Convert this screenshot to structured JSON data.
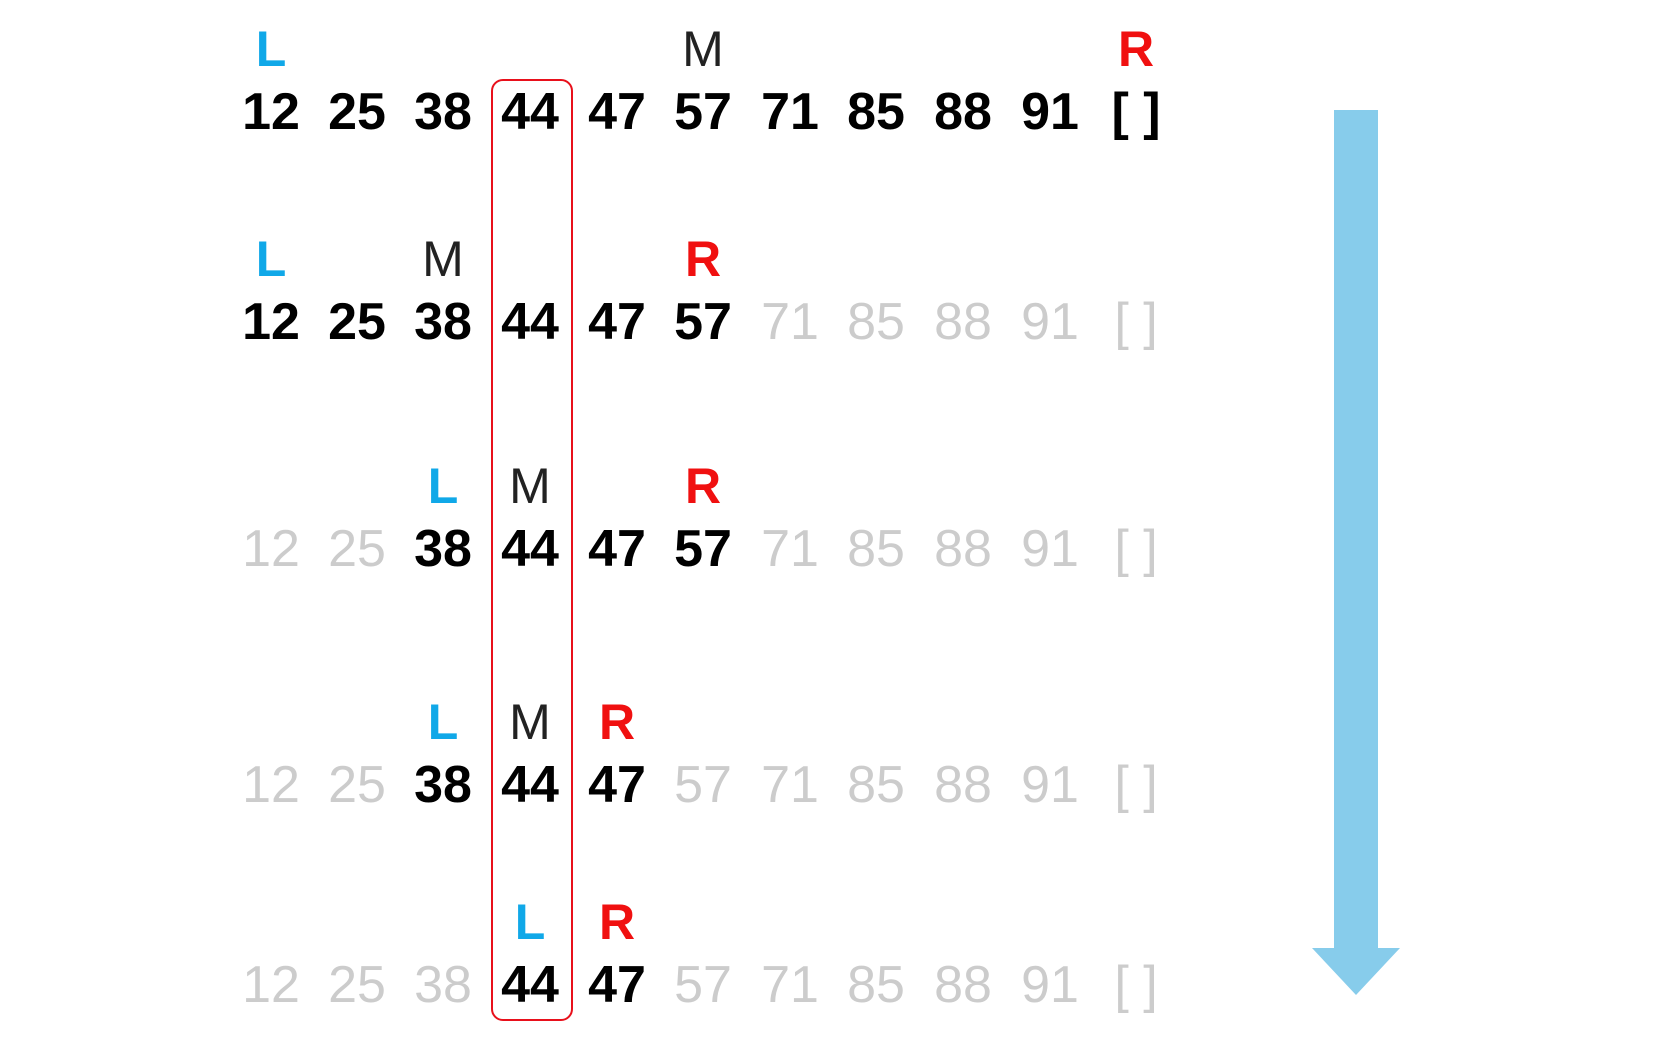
{
  "colors": {
    "left_pointer": "#10a8e8",
    "right_pointer": "#f01010",
    "mid_pointer": "#222222",
    "active_number": "#000000",
    "inactive_number": "#cccccc",
    "highlight_box": "#e8101b",
    "arrow": "#87cceb"
  },
  "array": [
    "12",
    "25",
    "38",
    "44",
    "47",
    "57",
    "71",
    "85",
    "88",
    "91",
    "[ ]"
  ],
  "steps": [
    {
      "active": [
        0,
        1,
        2,
        3,
        4,
        5,
        6,
        7,
        8,
        9,
        10
      ],
      "pointers": [
        {
          "label": "L",
          "index": 0
        },
        {
          "label": "M",
          "index": 5
        },
        {
          "label": "R",
          "index": 10
        }
      ]
    },
    {
      "active": [
        0,
        1,
        2,
        3,
        4,
        5
      ],
      "pointers": [
        {
          "label": "L",
          "index": 0
        },
        {
          "label": "M",
          "index": 2
        },
        {
          "label": "R",
          "index": 5
        }
      ]
    },
    {
      "active": [
        2,
        3,
        4,
        5
      ],
      "pointers": [
        {
          "label": "L",
          "index": 2
        },
        {
          "label": "M",
          "index": 3
        },
        {
          "label": "R",
          "index": 5
        }
      ]
    },
    {
      "active": [
        2,
        3,
        4
      ],
      "pointers": [
        {
          "label": "L",
          "index": 2
        },
        {
          "label": "M",
          "index": 3
        },
        {
          "label": "R",
          "index": 4
        }
      ]
    },
    {
      "active": [
        3,
        4
      ],
      "pointers": [
        {
          "label": "L",
          "index": 3
        },
        {
          "label": "R",
          "index": 4
        }
      ]
    }
  ],
  "highlight_index": 3,
  "arrow_icon": "down-arrow-icon"
}
